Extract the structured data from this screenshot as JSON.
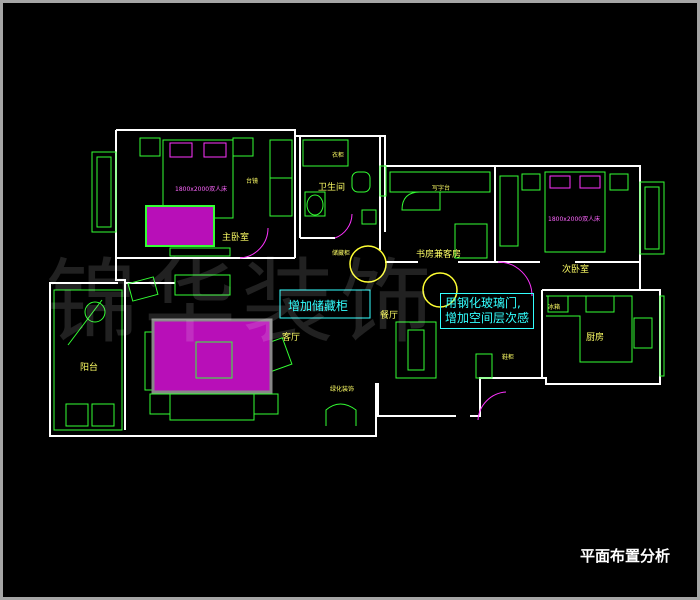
{
  "watermark": "锦华装饰",
  "caption": "平面布置分析",
  "rooms": {
    "master_bedroom": "主卧室",
    "bathroom": "卫生间",
    "study_guest": "书房兼客房",
    "second_bedroom": "次卧室",
    "balcony": "阳台",
    "living_room": "客厅",
    "dining_room": "餐厅",
    "kitchen": "厨房"
  },
  "notes": {
    "storage": "增加储藏柜",
    "glass_door_line1": "用钢化玻璃门,",
    "glass_door_line2": "增加空间层次感"
  },
  "labels": {
    "bed1": "1800x2000双人床",
    "bed2": "1800x2000双人床",
    "wardrobe": "衣柜",
    "mirror": "台镜",
    "desk": "写字台",
    "storage_cab": "储藏柜",
    "fridge": "冰箱",
    "shoe_cab": "鞋柜",
    "plants": "绿化装饰"
  }
}
